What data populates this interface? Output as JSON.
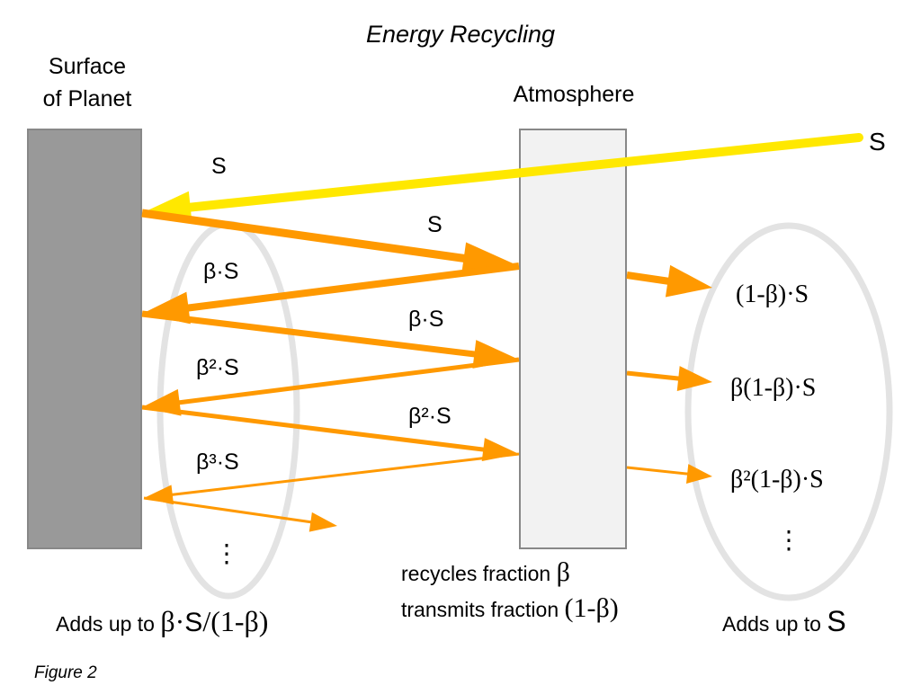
{
  "title": "Energy Recycling",
  "figure_label": "Figure 2",
  "surface": {
    "label_line1": "Surface",
    "label_line2": "of Planet"
  },
  "atmosphere": {
    "label": "Atmosphere",
    "note_line1_text": "recycles fraction ",
    "note_line1_sym": "β",
    "note_line2_text": "transmits fraction ",
    "note_line2_sym": "(1-β)"
  },
  "incoming": {
    "source_label": "S",
    "arrow_label": "S"
  },
  "upward_labels": [
    "S",
    "β·S",
    "β²·S"
  ],
  "downward_labels": [
    "β·S",
    "β²·S",
    "β³·S"
  ],
  "left_sum": {
    "prefix": "Adds up to ",
    "expr_beta": "β·",
    "expr_s": "S",
    "expr_tail": "/(1-β)",
    "ellipsis": "⋮"
  },
  "transmitted_labels": [
    "(1-β)·S",
    "β(1-β)·S",
    "β²(1-β)·S"
  ],
  "right_sum": {
    "prefix": "Adds up to ",
    "expr": "S",
    "ellipsis": "⋮"
  },
  "colors": {
    "surface_fill": "#999999",
    "surface_stroke": "#888888",
    "atmosphere_fill": "#f2f2f2",
    "atmosphere_stroke": "#888888",
    "sunlight": "#ffe800",
    "infrared": "#ff9900",
    "ellipse": "#e3e3e3"
  }
}
